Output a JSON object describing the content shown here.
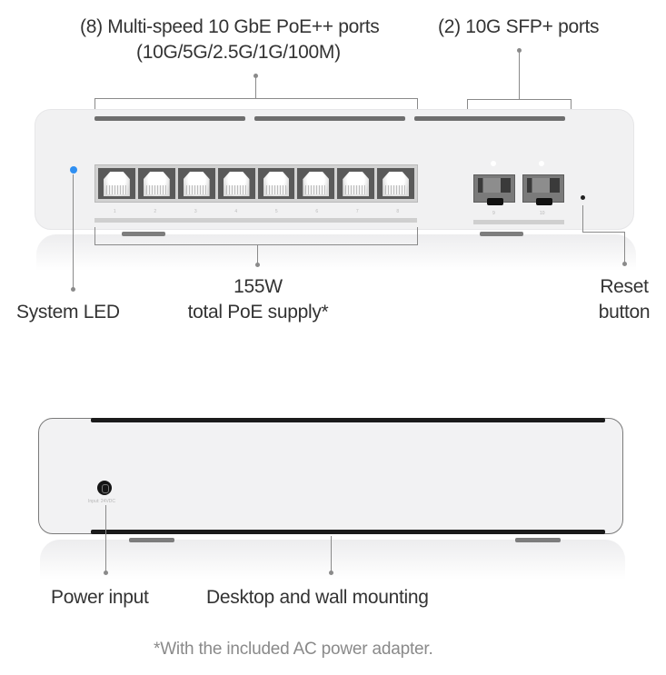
{
  "callouts": {
    "rj45_ports": {
      "line1": "(8) Multi-speed 10 GbE PoE++ ports",
      "line2": "(10G/5G/2.5G/1G/100M)"
    },
    "sfp_ports": {
      "line1": "(2) 10G SFP+ ports"
    },
    "system_led": {
      "line1": "System LED"
    },
    "poe_supply": {
      "line1": "155W",
      "line2": "total PoE supply*"
    },
    "reset_button": {
      "line1": "Reset",
      "line2": "button"
    },
    "power_input": {
      "line1": "Power input"
    },
    "mounting": {
      "line1": "Desktop and wall mounting"
    }
  },
  "front_panel": {
    "rj45_port_count": 8,
    "port_labels": [
      "1",
      "2",
      "3",
      "4",
      "5",
      "6",
      "7",
      "8"
    ],
    "sfp_port_count": 2,
    "sfp_labels": [
      "9",
      "10"
    ],
    "led_color": "#2f8ff2"
  },
  "rear_panel": {
    "power_jack_label": "Input: 24VDC"
  },
  "footnote": "*With the included AC power adapter.",
  "colors": {
    "text": "#333333",
    "callout_line": "#8a8a8a",
    "footnote": "#8a8a8a",
    "device_body": "#f1f1f2"
  }
}
